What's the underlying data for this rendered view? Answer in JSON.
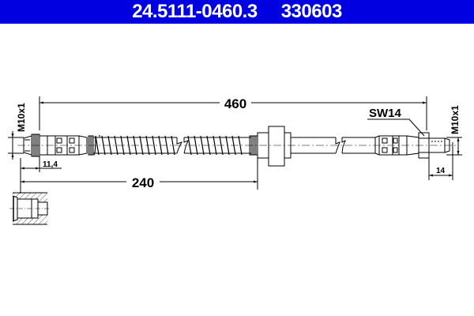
{
  "header": {
    "part_number": "24.5111-0460.3",
    "article_number": "330603",
    "background_color": "#0000e0",
    "text_color": "#ffffff"
  },
  "drawing": {
    "type": "brake-hose-technical-drawing",
    "dimensions": {
      "overall_length": "460",
      "partial_length": "240",
      "left_fitting_length": "11,4",
      "right_fitting_length": "14",
      "left_thread": "M10x1",
      "right_thread": "M10x1",
      "wrench_size": "SW14"
    }
  }
}
